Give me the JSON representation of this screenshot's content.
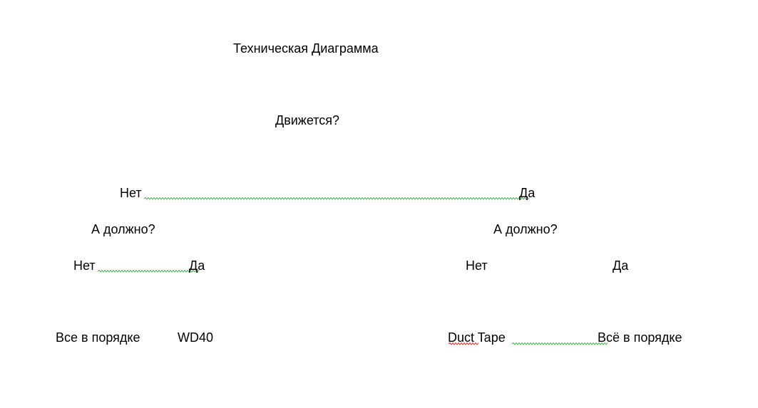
{
  "document": {
    "title": "Техническая Диаграмма",
    "question_top": "Движется?",
    "level1": {
      "no": "Нет",
      "yes": "Да"
    },
    "left_branch": {
      "question": "А должно?",
      "no": "Нет",
      "yes": "Да",
      "result_no": "Все в порядке",
      "result_yes": "WD40"
    },
    "right_branch": {
      "question": "А должно?",
      "no": "Нет",
      "yes": "Да",
      "result_no": "Duct Tape",
      "result_yes": "Всё в порядке"
    }
  },
  "colors": {
    "grammar_squiggle": "#3cb043",
    "spelling_squiggle": "#e0201b",
    "text": "#000000"
  }
}
